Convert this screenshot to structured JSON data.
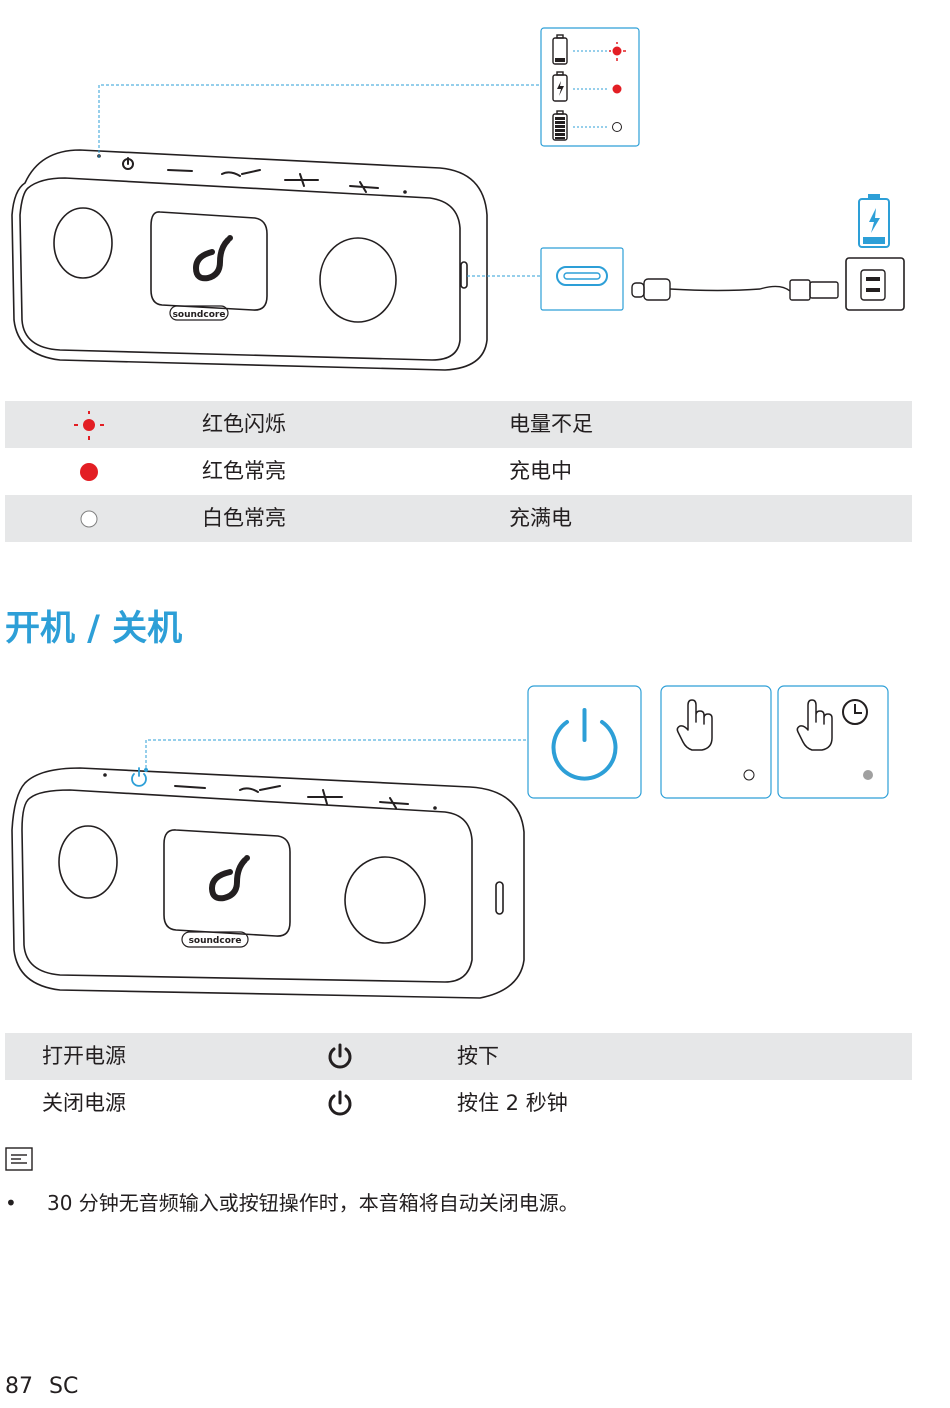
{
  "brand": {
    "logo_text": "soundcore"
  },
  "charging_table": {
    "rows": [
      {
        "indicator": "red-blinking-dot-icon",
        "led_state": "红色闪烁",
        "meaning": "电量不足"
      },
      {
        "indicator": "red-solid-dot-icon",
        "led_state": "红色常亮",
        "meaning": "充电中"
      },
      {
        "indicator": "white-dot-icon",
        "led_state": "白色常亮",
        "meaning": "充满电"
      }
    ]
  },
  "power_section": {
    "title": "开机 / 关机",
    "rows": [
      {
        "action": "打开电源",
        "button_icon": "power-icon",
        "operation": "按下"
      },
      {
        "action": "关闭电源",
        "button_icon": "power-icon",
        "operation": "按住 2 秒钟"
      }
    ]
  },
  "note": {
    "icon": "note-icon",
    "bullets": [
      "30 分钟无音频输入或按钮操作时，本音箱将自动关闭电源。"
    ]
  },
  "footer": {
    "page_number": "87",
    "language": "SC"
  },
  "colors": {
    "accent": "#2d9fd7",
    "red": "#e31e24",
    "shade": "#e6e7e8",
    "ink": "#231f20"
  }
}
